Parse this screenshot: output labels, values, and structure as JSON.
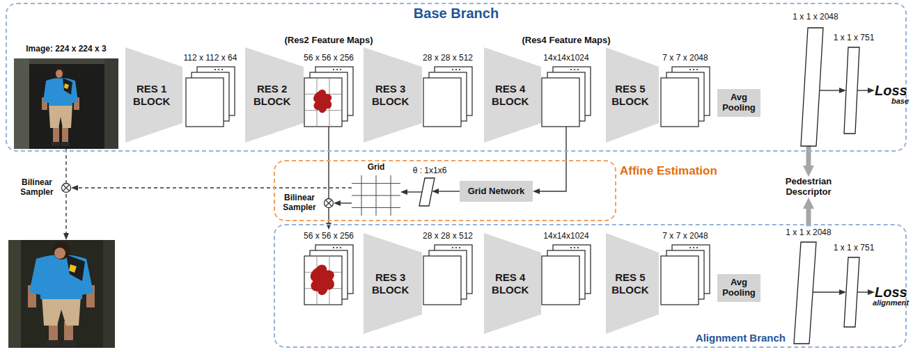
{
  "diagram": {
    "nodes": [
      {
        "text": [
          "Base Branch"
        ]
      },
      {
        "text": [
          "Image: 224 x 224 x 3"
        ],
        "in": 0
      },
      {
        "text": [
          "RES 1 BLOCK"
        ],
        "in": 0
      },
      {
        "text": [
          "112 x 112 x 64"
        ],
        "in": 0
      },
      {
        "text": [
          "RES 2 BLOCK"
        ],
        "in": 0
      },
      {
        "text": [
          "(Res2 Feature Maps)",
          "56 x 56 x 256"
        ],
        "in": 0
      },
      {
        "text": [
          "RES 3 BLOCK"
        ],
        "in": 0
      },
      {
        "text": [
          "28 x 28 x 512"
        ],
        "in": 0
      },
      {
        "text": [
          "RES 4 BLOCK"
        ],
        "in": 0
      },
      {
        "text": [
          "(Res4 Feature Maps)",
          "14x14x1024"
        ],
        "in": 0
      },
      {
        "text": [
          "RES 5 BLOCK"
        ],
        "in": 0
      },
      {
        "text": [
          "7 x 7 x 2048"
        ],
        "in": 0
      },
      {
        "text": [
          "Avg Pooling"
        ],
        "in": 0
      },
      {
        "text": [
          "1 x 1 x 2048"
        ],
        "in": 0
      },
      {
        "text": [
          "1 x 1 x 751"
        ],
        "in": 0
      },
      {
        "text": [
          "Loss",
          "base"
        ],
        "in": 0
      },
      {
        "text": [
          "Affine Estimation"
        ]
      },
      {
        "text": [
          "Grid Network"
        ],
        "in": 16
      },
      {
        "text": [
          "θ : 1x1x6"
        ],
        "in": 16
      },
      {
        "text": [
          "Grid"
        ],
        "in": 16
      },
      {
        "text": [
          "Bilinear Sampler"
        ],
        "in": 16
      },
      {
        "text": [
          "Bilinear Sampler"
        ]
      },
      {
        "text": [
          "Pedestrian Descriptor"
        ]
      },
      {
        "text": [
          "Alignment Branch"
        ]
      },
      {
        "text": [
          "56 x 56 x 256"
        ],
        "in": 23
      },
      {
        "text": [
          "RES 3 BLOCK"
        ],
        "in": 23
      },
      {
        "text": [
          "28 x 28 x 512"
        ],
        "in": 23
      },
      {
        "text": [
          "RES 4 BLOCK"
        ],
        "in": 23
      },
      {
        "text": [
          "14x14x1024"
        ],
        "in": 23
      },
      {
        "text": [
          "RES 5 BLOCK"
        ],
        "in": 23
      },
      {
        "text": [
          "7 x 7 x 2048"
        ],
        "in": 23
      },
      {
        "text": [
          "Avg Pooling"
        ],
        "in": 23
      },
      {
        "text": [
          "1 x 1 x 2048"
        ],
        "in": 23
      },
      {
        "text": [
          "1 x 1 x 751"
        ],
        "in": 23
      },
      {
        "text": [
          "Loss",
          "alignment"
        ],
        "in": 23
      }
    ],
    "edges": [
      {
        "from": 5,
        "to": 20,
        "arrow": "none"
      },
      {
        "from": 20,
        "to": 24,
        "arrow": "to"
      },
      {
        "from": 9,
        "to": 17,
        "arrow": "to"
      },
      {
        "from": 17,
        "to": 18,
        "arrow": "to"
      },
      {
        "from": 18,
        "to": 19,
        "arrow": "to"
      },
      {
        "from": 19,
        "to": 20,
        "arrow": "to"
      },
      {
        "from": 19,
        "to": 21,
        "arrow": "to"
      },
      {
        "from": 1,
        "to": 21,
        "arrow": "none"
      },
      {
        "from": 13,
        "to": 14,
        "arrow": "to"
      },
      {
        "from": 14,
        "to": 15,
        "arrow": "to"
      },
      {
        "from": 13,
        "to": 22,
        "arrow": "to"
      },
      {
        "from": 32,
        "to": 22,
        "arrow": "to"
      },
      {
        "from": 32,
        "to": 33,
        "arrow": "to"
      },
      {
        "from": 33,
        "to": 34,
        "arrow": "to"
      }
    ]
  }
}
